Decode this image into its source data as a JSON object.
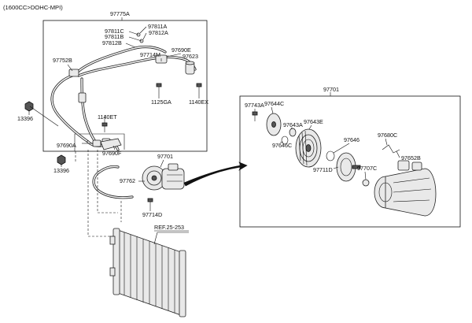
{
  "header": {
    "engine_spec": "(1600CC>DOHC-MPI)"
  },
  "reference": {
    "label": "REF.25-253"
  },
  "labels": {
    "p97775A": "97775A",
    "p97811A": "97811A",
    "p97811C": "97811C",
    "p97812A": "97812A",
    "p97811B": "97811B",
    "p97812B": "97812B",
    "p97690E": "97690E",
    "p97714M": "97714M",
    "p97623": "97623",
    "p97752B": "97752B",
    "p1125GA": "1125GA",
    "p1140EX": "1140EX",
    "p13396a": "13396",
    "p1140ET": "1140ET",
    "p97690A": "97690A",
    "p97690F": "97690F",
    "p13396b": "13396",
    "p97701a": "97701",
    "p97762": "97762",
    "p97714D": "97714D",
    "p97701b": "97701",
    "p97743A": "97743A",
    "p97644C": "97644C",
    "p97643A": "97643A",
    "p97643E": "97643E",
    "p97646C": "97646C",
    "p97646": "97646",
    "p97680C": "97680C",
    "p97711D": "97711D",
    "p97707C": "97707C",
    "p97652B": "97652B"
  }
}
